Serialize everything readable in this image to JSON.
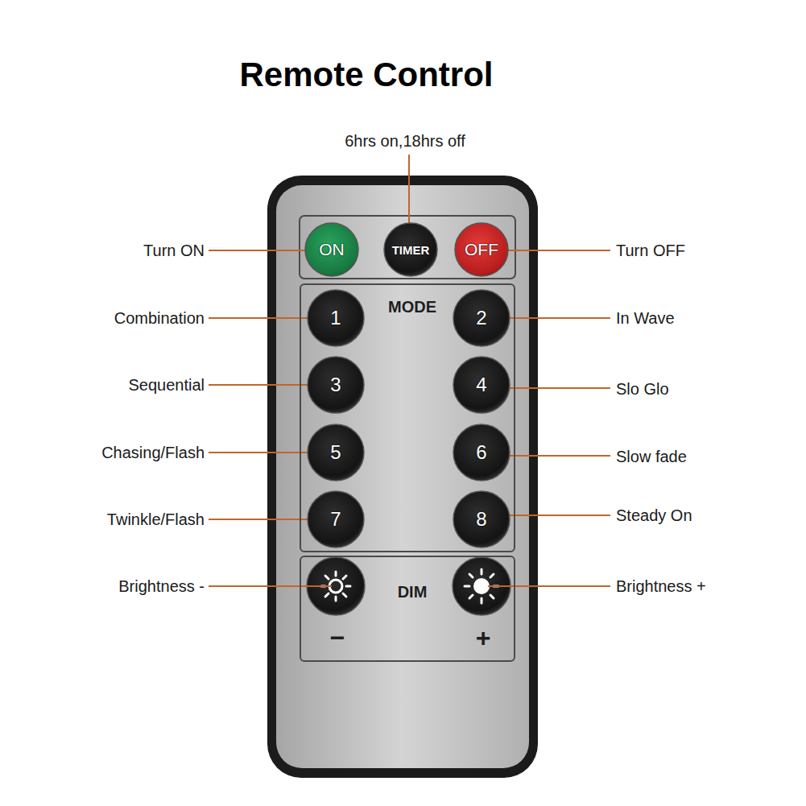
{
  "diagram": {
    "title": "Remote Control",
    "nodes": [
      {
        "text": [
          "ON"
        ]
      },
      {
        "text": [
          "TIMER"
        ]
      },
      {
        "text": [
          "OFF"
        ]
      },
      {
        "text": [
          "MODE"
        ]
      },
      {
        "text": [
          "1"
        ],
        "in": 3
      },
      {
        "text": [
          "2"
        ],
        "in": 3
      },
      {
        "text": [
          "3"
        ],
        "in": 3
      },
      {
        "text": [
          "4"
        ],
        "in": 3
      },
      {
        "text": [
          "5"
        ],
        "in": 3
      },
      {
        "text": [
          "6"
        ],
        "in": 3
      },
      {
        "text": [
          "7"
        ],
        "in": 3
      },
      {
        "text": [
          "8"
        ],
        "in": 3
      },
      {
        "text": [
          "DIM",
          "−",
          "+"
        ]
      }
    ],
    "labels": [
      "6hrs on,18hrs off",
      "Turn ON",
      "Turn OFF",
      "Combination",
      "In Wave",
      "Sequential",
      "Slo Glo",
      "Chasing/Flash",
      "Slow fade",
      "Twinkle/Flash",
      "Steady On",
      "Brightness -",
      "Brightness +"
    ]
  }
}
